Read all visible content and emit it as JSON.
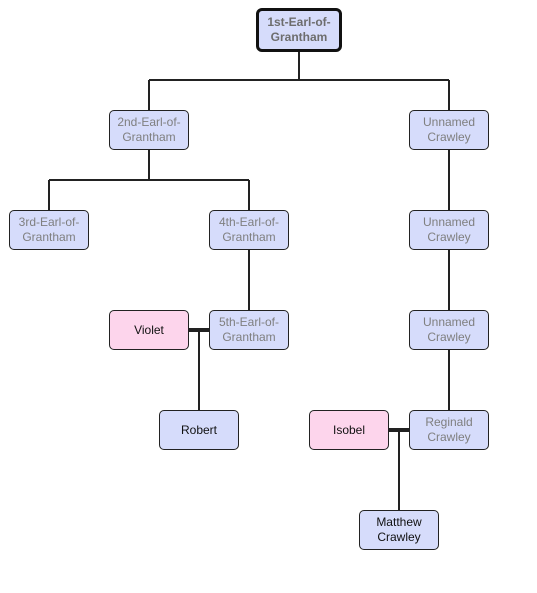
{
  "people": {
    "earl1": "1st-Earl-of-Grantham",
    "earl2": "2nd-Earl-of-Grantham",
    "earl3": "3rd-Earl-of-Grantham",
    "earl4": "4th-Earl-of-Grantham",
    "earl5": "5th-Earl-of-Grantham",
    "crawley1": "Unnamed Crawley",
    "crawley2": "Unnamed Crawley",
    "crawley3": "Unnamed Crawley",
    "reginald": "Reginald Crawley",
    "violet": "Violet",
    "robert": "Robert",
    "isobel": "Isobel",
    "matthew": "Matthew Crawley"
  },
  "colors": {
    "male_fill": "#d6dcfb",
    "female_fill": "#fdd5ec",
    "faded_text": "#7f7f7f",
    "line": "#222222"
  }
}
